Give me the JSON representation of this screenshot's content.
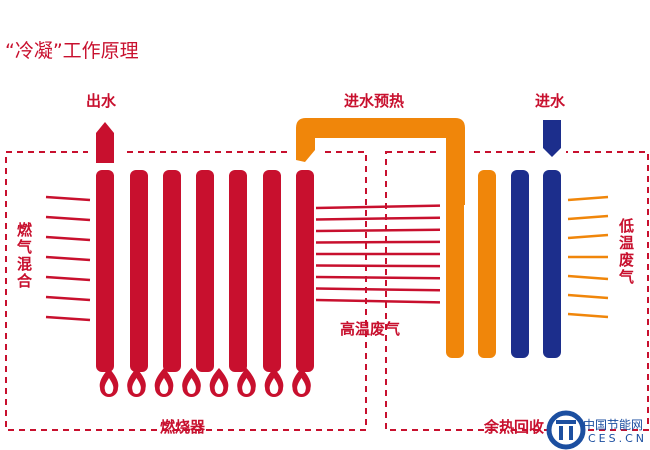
{
  "title": "“冷凝”工作原理",
  "labels": {
    "water_out": "出水",
    "preheat": "进水预热",
    "water_in": "进水",
    "gas_mix": "燃气混合",
    "low_temp_exhaust": "低温废气",
    "high_temp_exhaust": "高温废气",
    "burner": "燃烧器",
    "heat_recovery": "余热回收"
  },
  "logo": {
    "line1": "中国节能网",
    "line2": "CES.CN"
  },
  "colors": {
    "red": "#c8102e",
    "orange": "#f0860a",
    "blue": "#1c2e8c"
  }
}
